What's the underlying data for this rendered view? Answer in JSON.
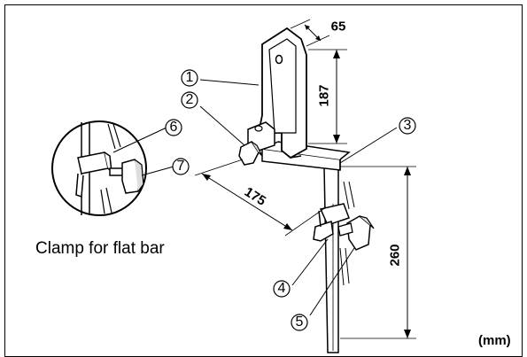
{
  "callouts": [
    "1",
    "2",
    "3",
    "4",
    "5",
    "6",
    "7"
  ],
  "dimensions": {
    "width": "65",
    "height": "187",
    "arm_length": "175",
    "rod_length": "260"
  },
  "caption": "Clamp for flat bar",
  "units": "(mm)"
}
